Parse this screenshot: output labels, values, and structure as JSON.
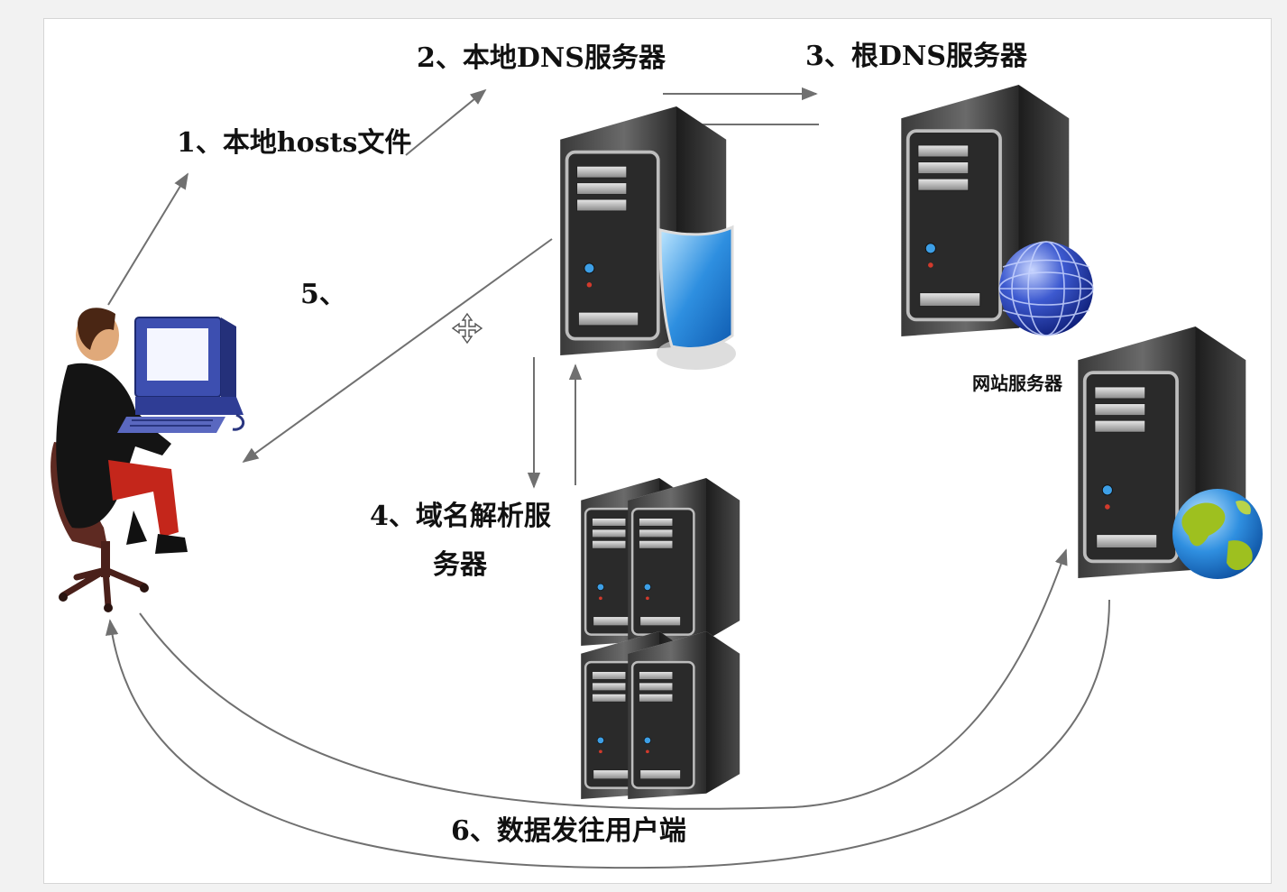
{
  "labels": {
    "step1": "1、本地hosts文件",
    "step2": "2、本地DNS服务器",
    "step3": "3、根DNS服务器",
    "step4_line1": "4、域名解析服",
    "step4_line2": "务器",
    "step5": "5、",
    "step6": "6、数据发往用户端",
    "web_server": "网站服务器"
  },
  "colors": {
    "arrow": "#707070",
    "server_dark": "#2b2b2b",
    "server_light": "#d8d8d8",
    "globe_blue": "#2a45b8",
    "earth_ocean": "#2f8fe0",
    "earth_land": "#9ec01f",
    "shield_blue": "#2e8fe0",
    "monitor_blue": "#3d4fb0",
    "person_jacket": "#141414",
    "person_pants": "#c4261b",
    "person_hair": "#4a2614",
    "chair": "#5e2a22"
  },
  "icons": {
    "user": "user-at-computer-icon",
    "local_dns": "local-dns-server-icon",
    "root_dns": "root-dns-server-icon",
    "web": "web-server-icon",
    "cluster": "server-cluster-icon",
    "move": "move-cursor-icon"
  }
}
